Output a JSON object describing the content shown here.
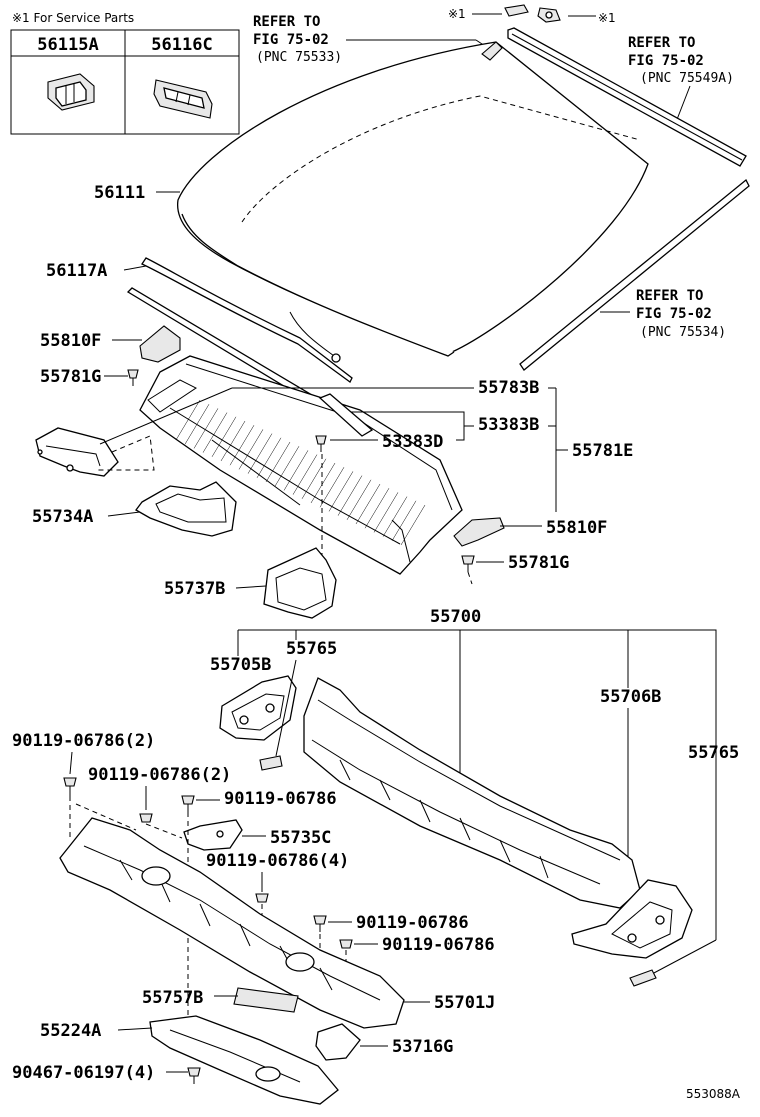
{
  "service_note": "※1 For Service Parts",
  "service_parts": [
    {
      "code": "56115A"
    },
    {
      "code": "56116C"
    }
  ],
  "marker_left": "※1",
  "marker_right": "※1",
  "refs": {
    "r1": {
      "line1": "REFER TO",
      "line2": "FIG 75-02",
      "line3": "(PNC 75533)"
    },
    "r2": {
      "line1": "REFER TO",
      "line2": "FIG 75-02",
      "line3": "(PNC 75549A)"
    },
    "r3": {
      "line1": "REFER TO",
      "line2": "FIG 75-02",
      "line3": "(PNC 75534)"
    }
  },
  "labels": {
    "p56111": "56111",
    "p56117A": "56117A",
    "p55810F_a": "55810F",
    "p55781G_a": "55781G",
    "p55783B": "55783B",
    "p53383B": "53383B",
    "p53383D": "53383D",
    "p55781E": "55781E",
    "p55734A": "55734A",
    "p55810F_b": "55810F",
    "p55781G_b": "55781G",
    "p55737B": "55737B",
    "p55700": "55700",
    "p55705B": "55705B",
    "p55765_a": "55765",
    "p55706B": "55706B",
    "p55765_b": "55765",
    "b1": "90119-06786(2)",
    "b2": "90119-06786(2)",
    "b3": "90119-06786",
    "p55735C": "55735C",
    "b4": "90119-06786(4)",
    "b5": "90119-06786",
    "b6": "90119-06786",
    "p55757B": "55757B",
    "p55701J": "55701J",
    "p55224A": "55224A",
    "p53716G": "53716G",
    "b7": "90467-06197(4)"
  },
  "diagram_id": "553088A"
}
